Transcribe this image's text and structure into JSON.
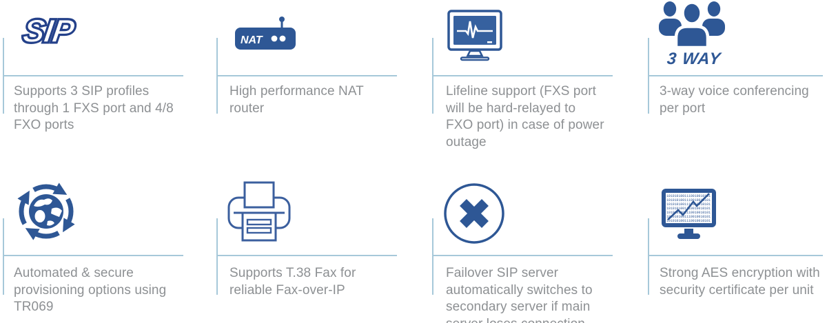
{
  "panel_title": "feature-grid",
  "colors": {
    "accent_blue": "#2e5795",
    "navy_blue": "#24418a",
    "rule_light_blue": "#a6c8d9",
    "text_gray": "#8d9093"
  },
  "features": [
    {
      "name": "sip-profiles",
      "icon": "sip-logo-icon",
      "icon_text": "SIP",
      "description": "Supports 3 SIP profiles through 1 FXS port and 4/8 FXO ports"
    },
    {
      "name": "nat-router",
      "icon": "nat-router-icon",
      "icon_text": "NAT",
      "description": "High performance NAT router"
    },
    {
      "name": "lifeline-support",
      "icon": "heartbeat-monitor-icon",
      "description": "Lifeline support (FXS port will be hard-relayed to FXO port) in case of power outage"
    },
    {
      "name": "three-way-conferencing",
      "icon": "conference-group-icon",
      "icon_text": "3 WAY",
      "description": "3-way voice conferencing per port"
    },
    {
      "name": "auto-provisioning",
      "icon": "globe-sync-icon",
      "description": "Automated & secure provisioning options using TR069"
    },
    {
      "name": "t38-fax",
      "icon": "fax-printer-icon",
      "description": "Supports T.38 Fax for reliable Fax-over-IP"
    },
    {
      "name": "sip-failover",
      "icon": "disconnect-cross-icon",
      "description": "Failover SIP server automatically switches to secondary server if main server loses connection"
    },
    {
      "name": "aes-encryption",
      "icon": "encrypted-data-monitor-icon",
      "description": "Strong AES encryption with security certificate per unit"
    }
  ],
  "icons": {
    "binary_row": "1010101001110010010101"
  }
}
